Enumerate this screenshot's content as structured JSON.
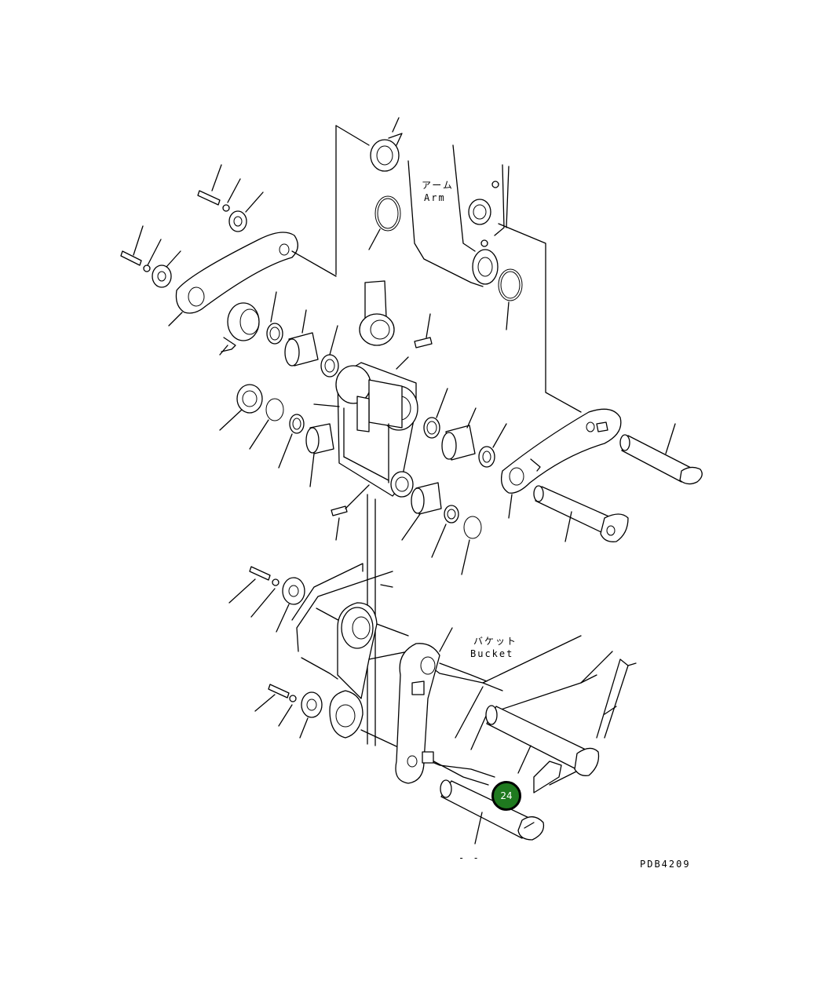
{
  "labels": {
    "arm_jp": "アーム",
    "arm_en": "Arm",
    "bucket_jp": "バケット",
    "bucket_en": "Bucket",
    "figure_code": "PDB4209",
    "footer_mark": "- -"
  },
  "callout": {
    "number": "24",
    "color": "#1f7a1f"
  }
}
